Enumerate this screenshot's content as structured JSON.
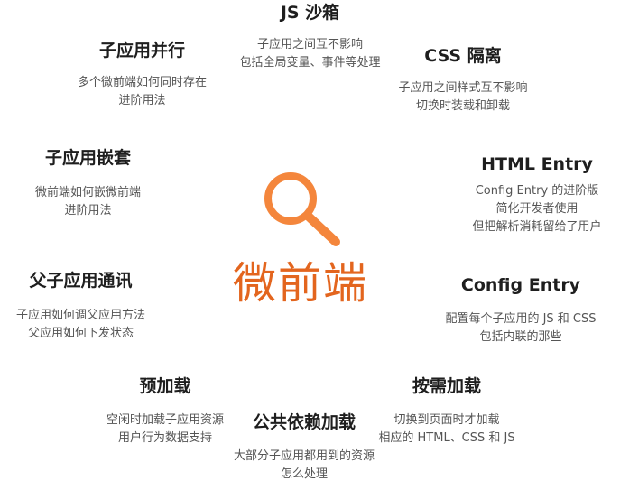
{
  "center": {
    "title": "微前端",
    "icon": "search-icon",
    "accent_color": "#f4863c"
  },
  "nodes": {
    "js_sandbox": {
      "title": "JS 沙箱",
      "desc": [
        "子应用之间互不影响",
        "包括全局变量、事件等处理"
      ]
    },
    "parallel": {
      "title": "子应用并行",
      "desc": [
        "多个微前端如何同时存在",
        "进阶用法"
      ]
    },
    "css_isolation": {
      "title": "CSS 隔离",
      "desc": [
        "子应用之间样式互不影响",
        "切换时装载和卸载"
      ]
    },
    "nesting": {
      "title": "子应用嵌套",
      "desc": [
        "微前端如何嵌微前端",
        "进阶用法"
      ]
    },
    "html_entry": {
      "title": "HTML Entry",
      "desc": [
        "Config Entry 的进阶版",
        "简化开发者使用",
        "但把解析消耗留给了用户"
      ]
    },
    "communication": {
      "title": "父子应用通讯",
      "desc": [
        "子应用如何调父应用方法",
        "父应用如何下发状态"
      ]
    },
    "config_entry": {
      "title": "Config Entry",
      "desc": [
        "配置每个子应用的 JS 和 CSS",
        "包括内联的那些"
      ]
    },
    "preload": {
      "title": "预加载",
      "desc": [
        "空闲时加载子应用资源",
        "用户行为数据支持"
      ]
    },
    "on_demand": {
      "title": "按需加载",
      "desc": [
        "切换到页面时才加载",
        "相应的 HTML、CSS 和 JS"
      ]
    },
    "shared_deps": {
      "title": "公共依赖加载",
      "desc": [
        "大部分子应用都用到的资源",
        "怎么处理"
      ]
    }
  }
}
